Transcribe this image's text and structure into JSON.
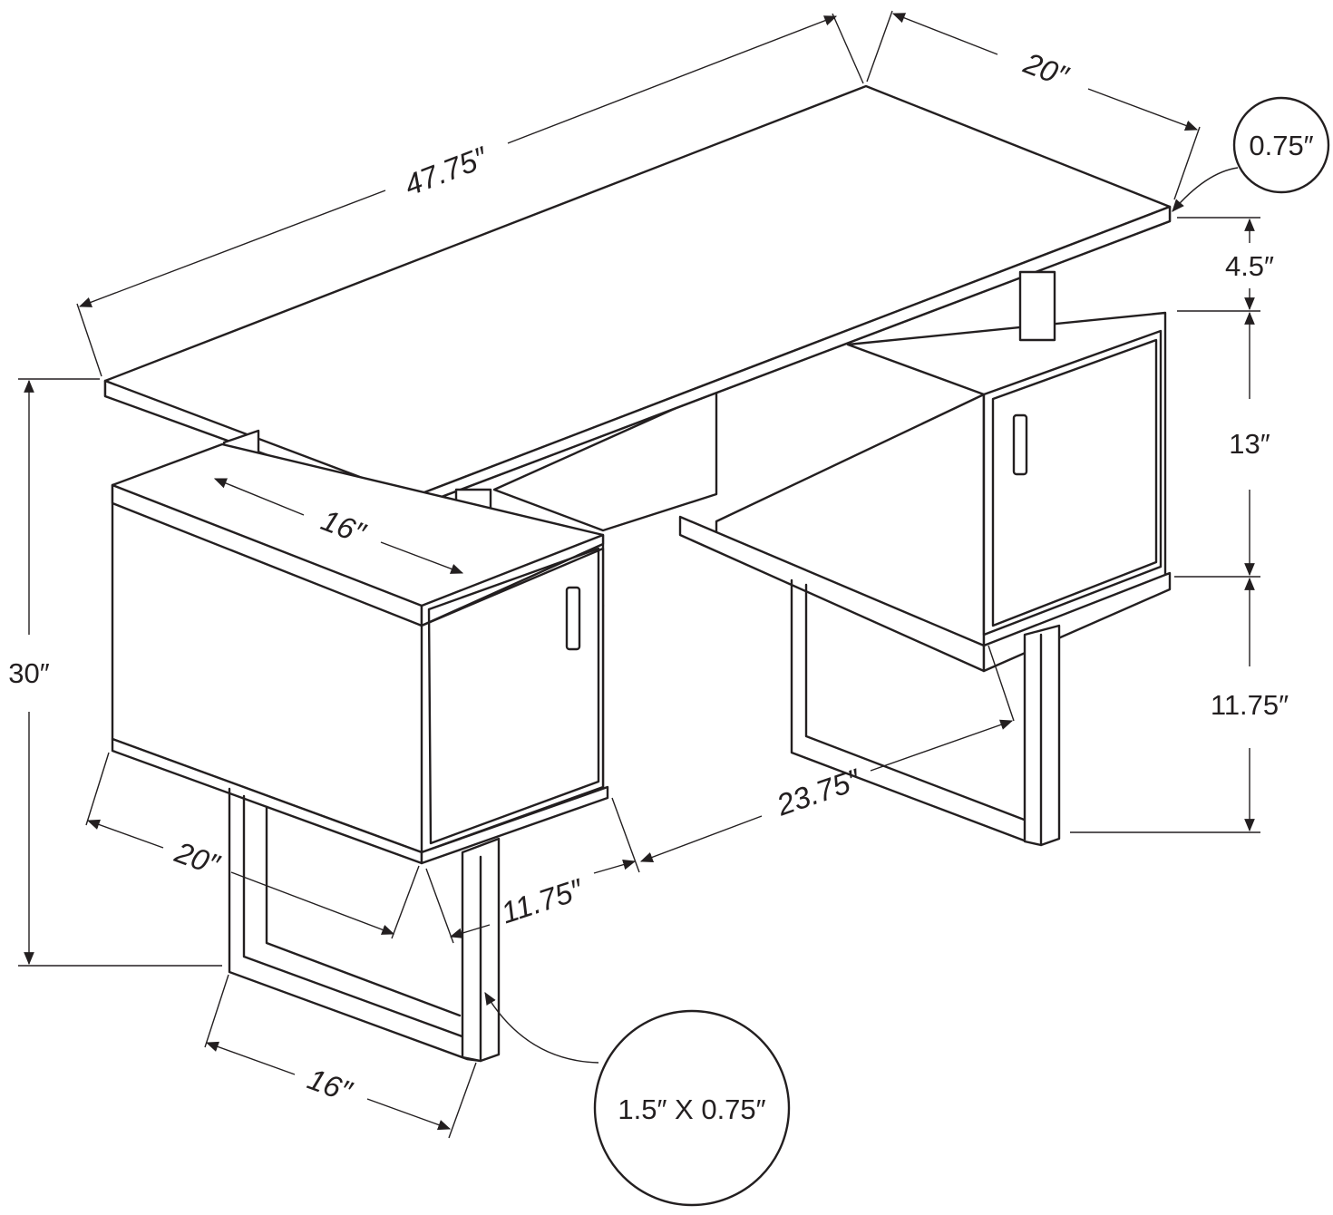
{
  "dimensions": {
    "top_width": "47.75″",
    "top_depth": "20″",
    "top_thickness": "0.75″",
    "riser_height": "4.5″",
    "cabinet_height": "13″",
    "leg_height": "11.75″",
    "overall_height": "30″",
    "cabinet_depth": "16″",
    "cabinet_front_depth": "20″",
    "cabinet_width": "11.75″",
    "knee_space": "23.75″",
    "leg_depth": "16″",
    "leg_section": "1.5″ X 0.75″"
  }
}
